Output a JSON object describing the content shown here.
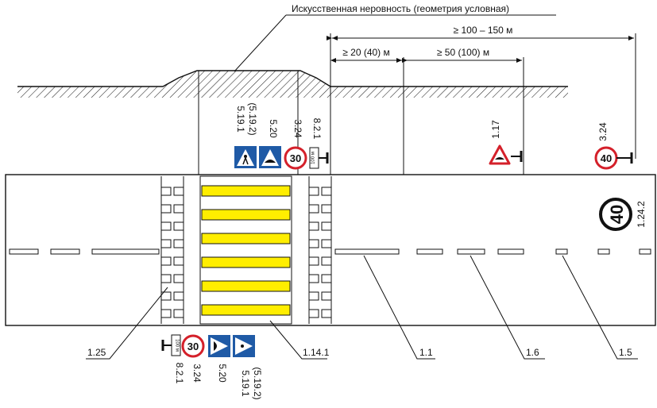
{
  "title": "Искусственная неровность (геометрия условная)",
  "dimensions": {
    "total": "≥ 100 – 150 м",
    "first": "≥ 20 (40) м",
    "second": "≥ 50 (100) м"
  },
  "signs_top": {
    "s5191": "5.19.1",
    "s5192": "(5.19.2)",
    "s520": "5.20",
    "s324": "3.24",
    "s821": "8.2.1",
    "speed": "30",
    "plate": "100 м",
    "s117": "1.17",
    "s324b": "3.24",
    "speed_b": "40"
  },
  "signs_bottom": {
    "s5191": "5.19.1",
    "s5192": "(5.19.2)",
    "s520": "5.20",
    "s324": "3.24",
    "s821": "8.2.1",
    "speed": "30",
    "plate": "100 м"
  },
  "road": {
    "marking_speed": "40",
    "marking_code": "1.24.2"
  },
  "callouts": {
    "c125": "1.25",
    "c1141": "1.14.1",
    "c11": "1.1",
    "c16": "1.6",
    "c15": "1.5"
  },
  "colors": {
    "blue": "#1f5aa6",
    "red": "#d4202a",
    "yellow": "#ffee00"
  }
}
